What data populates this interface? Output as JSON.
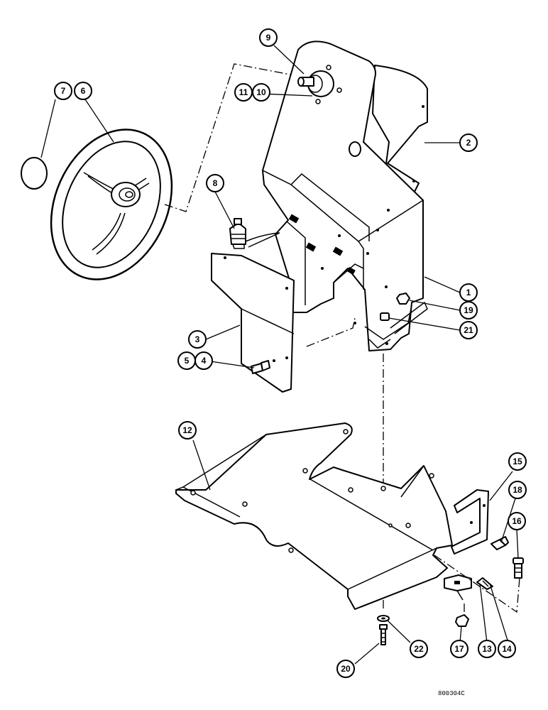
{
  "callouts": {
    "c1": "1",
    "c2": "2",
    "c3": "3",
    "c4": "4",
    "c5": "5",
    "c6": "6",
    "c7": "7",
    "c8": "8",
    "c9": "9",
    "c10": "10",
    "c11": "11",
    "c12": "12",
    "c13": "13",
    "c14": "14",
    "c15": "15",
    "c16": "16",
    "c17": "17",
    "c18": "18",
    "c19": "19",
    "c20": "20",
    "c21": "21",
    "c22": "22"
  },
  "drawing_code": "800304C"
}
